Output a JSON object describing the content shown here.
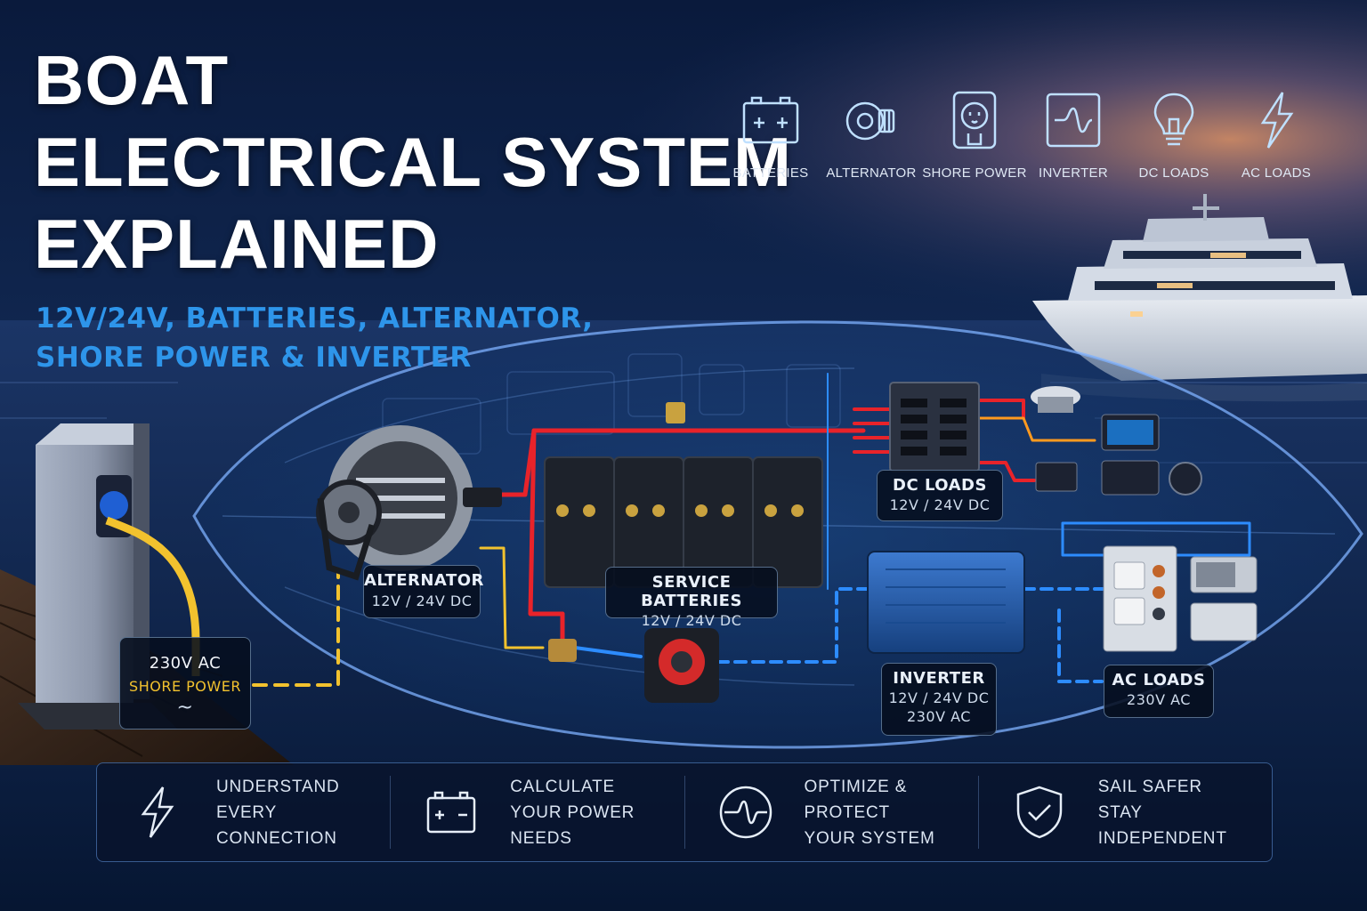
{
  "title": {
    "line1": "BOAT",
    "line2": "ELECTRICAL SYSTEM",
    "line3": "EXPLAINED"
  },
  "subtitle": {
    "line1": "12V/24V, BATTERIES, ALTERNATOR,",
    "line2": "SHORE POWER & INVERTER"
  },
  "legend": [
    {
      "label": "BATTERIES",
      "icon": "battery-icon"
    },
    {
      "label": "ALTERNATOR",
      "icon": "alternator-icon"
    },
    {
      "label": "SHORE POWER",
      "icon": "shore-power-socket-icon"
    },
    {
      "label": "INVERTER",
      "icon": "inverter-sine-icon"
    },
    {
      "label": "DC LOADS",
      "icon": "lightbulb-icon"
    },
    {
      "label": "AC LOADS",
      "icon": "lightning-bolt-icon"
    }
  ],
  "diagram": {
    "shore": {
      "line1": "230V AC",
      "line2": "SHORE POWER",
      "symbol": "~"
    },
    "alternator": {
      "name": "ALTERNATOR",
      "spec": "12V / 24V DC"
    },
    "batteries": {
      "name": "SERVICE BATTERIES",
      "spec": "12V / 24V DC"
    },
    "dc_loads": {
      "name": "DC LOADS",
      "spec": "12V / 24V DC"
    },
    "inverter": {
      "name": "INVERTER",
      "spec1": "12V / 24V DC",
      "spec2": "230V AC"
    },
    "ac_loads": {
      "name": "AC LOADS",
      "spec": "230V AC"
    }
  },
  "colors": {
    "dc_wire": "#e8232a",
    "shore_wire": "#f2c22e",
    "ac_wire": "#2d8cff",
    "accent_text": "#2e95ea"
  },
  "features": [
    {
      "line1": "UNDERSTAND",
      "line2": "EVERY CONNECTION",
      "icon": "lightning-bolt-icon"
    },
    {
      "line1": "CALCULATE",
      "line2": "YOUR POWER NEEDS",
      "icon": "battery-icon"
    },
    {
      "line1": "OPTIMIZE & PROTECT",
      "line2": "YOUR SYSTEM",
      "icon": "sine-wave-icon"
    },
    {
      "line1": "SAIL SAFER",
      "line2": "STAY INDEPENDENT",
      "icon": "shield-check-icon"
    }
  ]
}
